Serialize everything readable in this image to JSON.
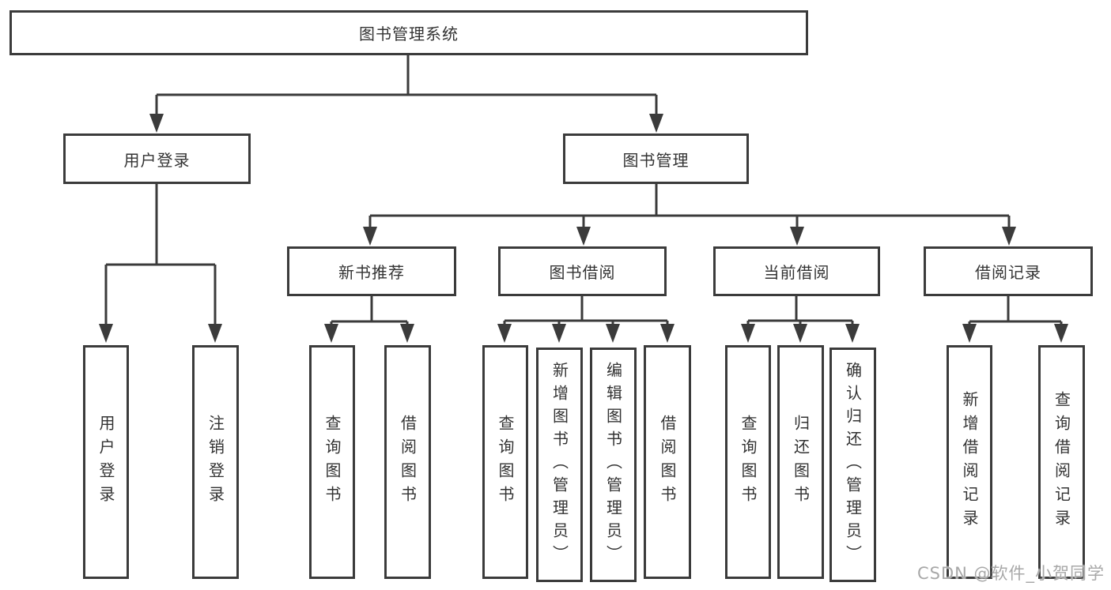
{
  "tree": {
    "label": "图书管理系统",
    "children": [
      {
        "label": "用户登录",
        "children": [
          {
            "label": "用户登录"
          },
          {
            "label": "注销登录"
          }
        ]
      },
      {
        "label": "图书管理",
        "children": [
          {
            "label": "新书推荐",
            "children": [
              {
                "label": "查询图书"
              },
              {
                "label": "借阅图书"
              }
            ]
          },
          {
            "label": "图书借阅",
            "children": [
              {
                "label": "查询图书"
              },
              {
                "label": "新增图书（管理员）"
              },
              {
                "label": "编辑图书（管理员）"
              },
              {
                "label": "借阅图书"
              }
            ]
          },
          {
            "label": "当前借阅",
            "children": [
              {
                "label": "查询图书"
              },
              {
                "label": "归还图书"
              },
              {
                "label": "确认归还（管理员）"
              }
            ]
          },
          {
            "label": "借阅记录",
            "children": [
              {
                "label": "新增借阅记录"
              },
              {
                "label": "查询借阅记录"
              }
            ]
          }
        ]
      }
    ]
  },
  "watermark": "CSDN @软件_小贺同学",
  "colors": {
    "line": "#3b3b3b",
    "box_border": "#3b3b3b",
    "text": "#333333",
    "watermark": "#a8a8a8",
    "background": "#ffffff"
  }
}
